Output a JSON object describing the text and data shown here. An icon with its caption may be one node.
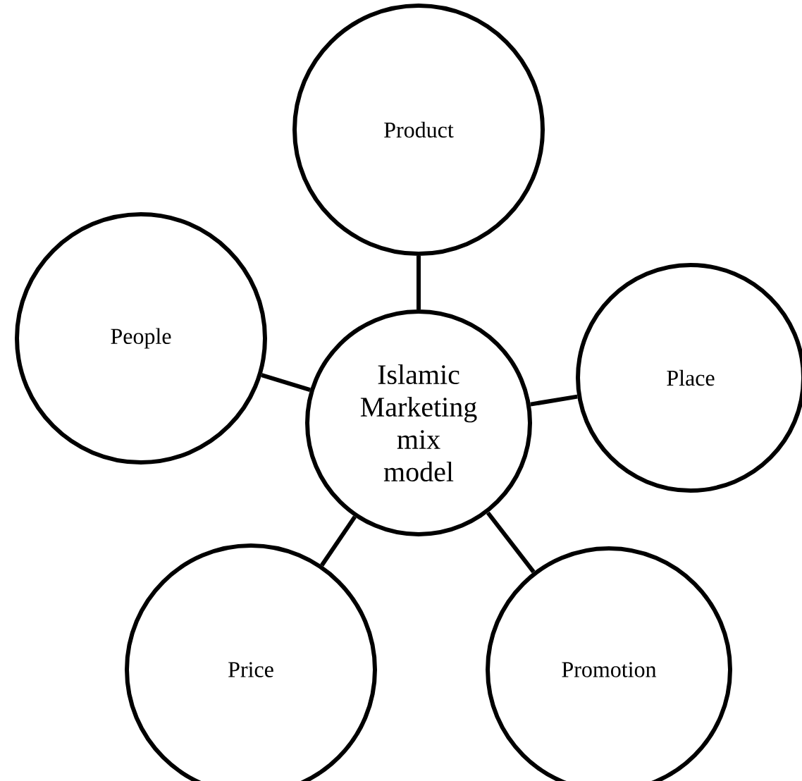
{
  "diagram": {
    "nodes": [
      {
        "text": [
          "Product"
        ]
      },
      {
        "text": [
          "People"
        ]
      },
      {
        "text": [
          "Islamic Marketing mix model"
        ]
      },
      {
        "text": [
          "Place"
        ]
      },
      {
        "text": [
          "Price"
        ]
      },
      {
        "text": [
          "Promotion"
        ]
      }
    ],
    "edges": [
      {
        "from": 2,
        "to": 0,
        "arrow": "none"
      },
      {
        "from": 2,
        "to": 1,
        "arrow": "none"
      },
      {
        "from": 2,
        "to": 3,
        "arrow": "none"
      },
      {
        "from": 2,
        "to": 4,
        "arrow": "none"
      },
      {
        "from": 2,
        "to": 5,
        "arrow": "none"
      }
    ]
  }
}
